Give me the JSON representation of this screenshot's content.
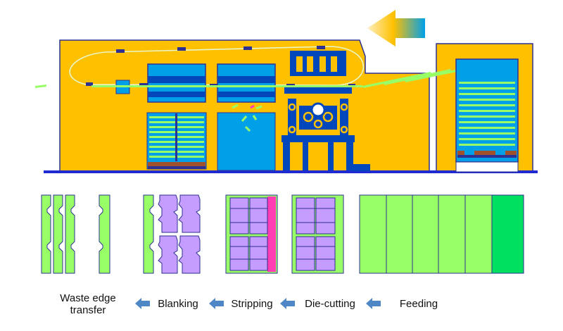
{
  "colors": {
    "machine_body": "#FFC000",
    "outline": "#2E3192",
    "blue_panel": "#00A0E9",
    "dark_blue": "#0047BB",
    "sheet_green": "#99FF66",
    "sheet_dark_green": "#00E060",
    "blank_purple": "#C59CFF",
    "waste_magenta": "#FF3CB4",
    "pallet_brown": "#A0522D",
    "arrow_gradient_start": "#FFC000",
    "arrow_gradient_end": "#00A0E9"
  },
  "process": {
    "direction": "right-to-left",
    "stages": [
      {
        "id": "waste",
        "label": "Waste edge\ntransfer"
      },
      {
        "id": "blanking",
        "label": "Blanking"
      },
      {
        "id": "stripping",
        "label": "Stripping"
      },
      {
        "id": "diecutting",
        "label": "Die-cutting"
      },
      {
        "id": "feeding",
        "label": "Feeding"
      }
    ]
  }
}
